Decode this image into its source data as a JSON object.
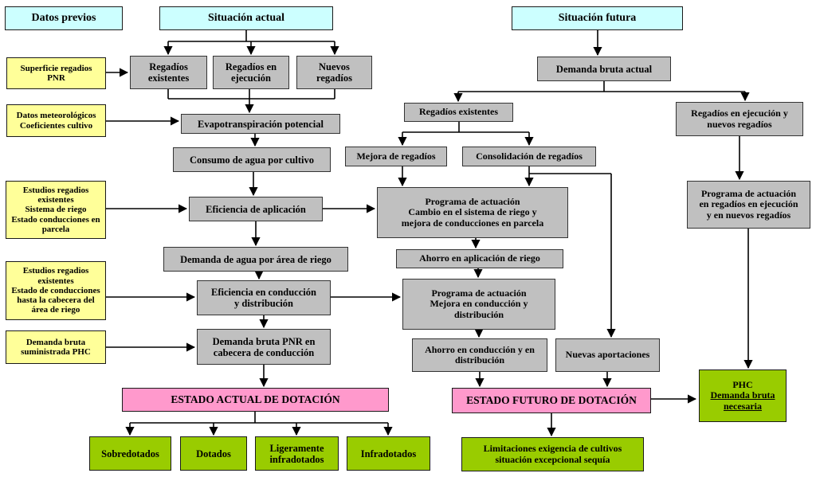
{
  "colors": {
    "header_fill": "#ccffff",
    "input_fill": "#ffff99",
    "process_fill": "#c0c0c0",
    "state_fill": "#ff99cc",
    "result_fill": "#99cc00",
    "line": "#000000"
  },
  "boxes": {
    "datos_previos": "Datos previos",
    "situacion_actual": "Situación actual",
    "situacion_futura": "Situación futura",
    "superficie_pnr": "Superficie regadios\nPNR",
    "datos_meteo": "Datos meteorológicos\nCoeficientes cultivo",
    "estudios_parcela": "Estudios regadios\nexistentes\nSistema de riego\nEstado conducciones en\nparcela",
    "estudios_cabecera": "Estudios regadios\nexistentes\nEstado de conducciones\nhasta la cabecera del\nárea de riego",
    "demanda_suministrada": "Demanda bruta\nsuministrada PHC",
    "regadios_existentes_actual": "Regadíos\nexistentes",
    "regadios_ejecucion_actual": "Regadíos en\nejecución",
    "nuevos_regadios_actual": "Nuevos\nregadíos",
    "evapotranspiracion": "Evapotranspiración potencial",
    "consumo_agua": "Consumo de agua por cultivo",
    "eficiencia_aplicacion": "Eficiencia de aplicación",
    "demanda_area_riego": "Demanda de agua por área de riego",
    "eficiencia_conduccion": "Eficiencia en conducción\ny distribución",
    "demanda_pnr": "Demanda bruta PNR en\ncabecera de conducción",
    "estado_actual": "ESTADO ACTUAL DE DOTACIÓN",
    "sobredotados": "Sobredotados",
    "dotados": "Dotados",
    "ligeramente_infradotados": "Ligeramente\ninfradotados",
    "infradotados": "Infradotados",
    "demanda_bruta_actual": "Demanda bruta actual",
    "regadios_existentes_futura": "Regadíos existentes",
    "regadios_ejecucion_futura": "Regadíos en ejecución y\nnuevos regadíos",
    "mejora_regadios": "Mejora de regadíos",
    "consolidacion_regadios": "Consolidación de regadíos",
    "programa_cambio": "Programa de actuación\nCambio en el sistema de riego y\nmejora de conducciones en parcela",
    "ahorro_aplicacion": "Ahorro en aplicación de riego",
    "programa_mejora": "Programa de actuación\nMejora en conducción y\ndistribución",
    "ahorro_conduccion": "Ahorro en conducción y en\ndistribución",
    "nuevas_aportaciones": "Nuevas aportaciones",
    "programa_regadios_ejecucion": "Programa de actuación\nen regadíos en ejecución\ny en nuevos regadíos",
    "estado_futuro": "ESTADO FUTURO DE DOTACIÓN",
    "limitaciones": "Limitaciones exigencia de cultivos\nsituación excepcional sequía",
    "phc_title": "PHC",
    "phc_sub": "Demanda bruta\nnecesaria"
  }
}
